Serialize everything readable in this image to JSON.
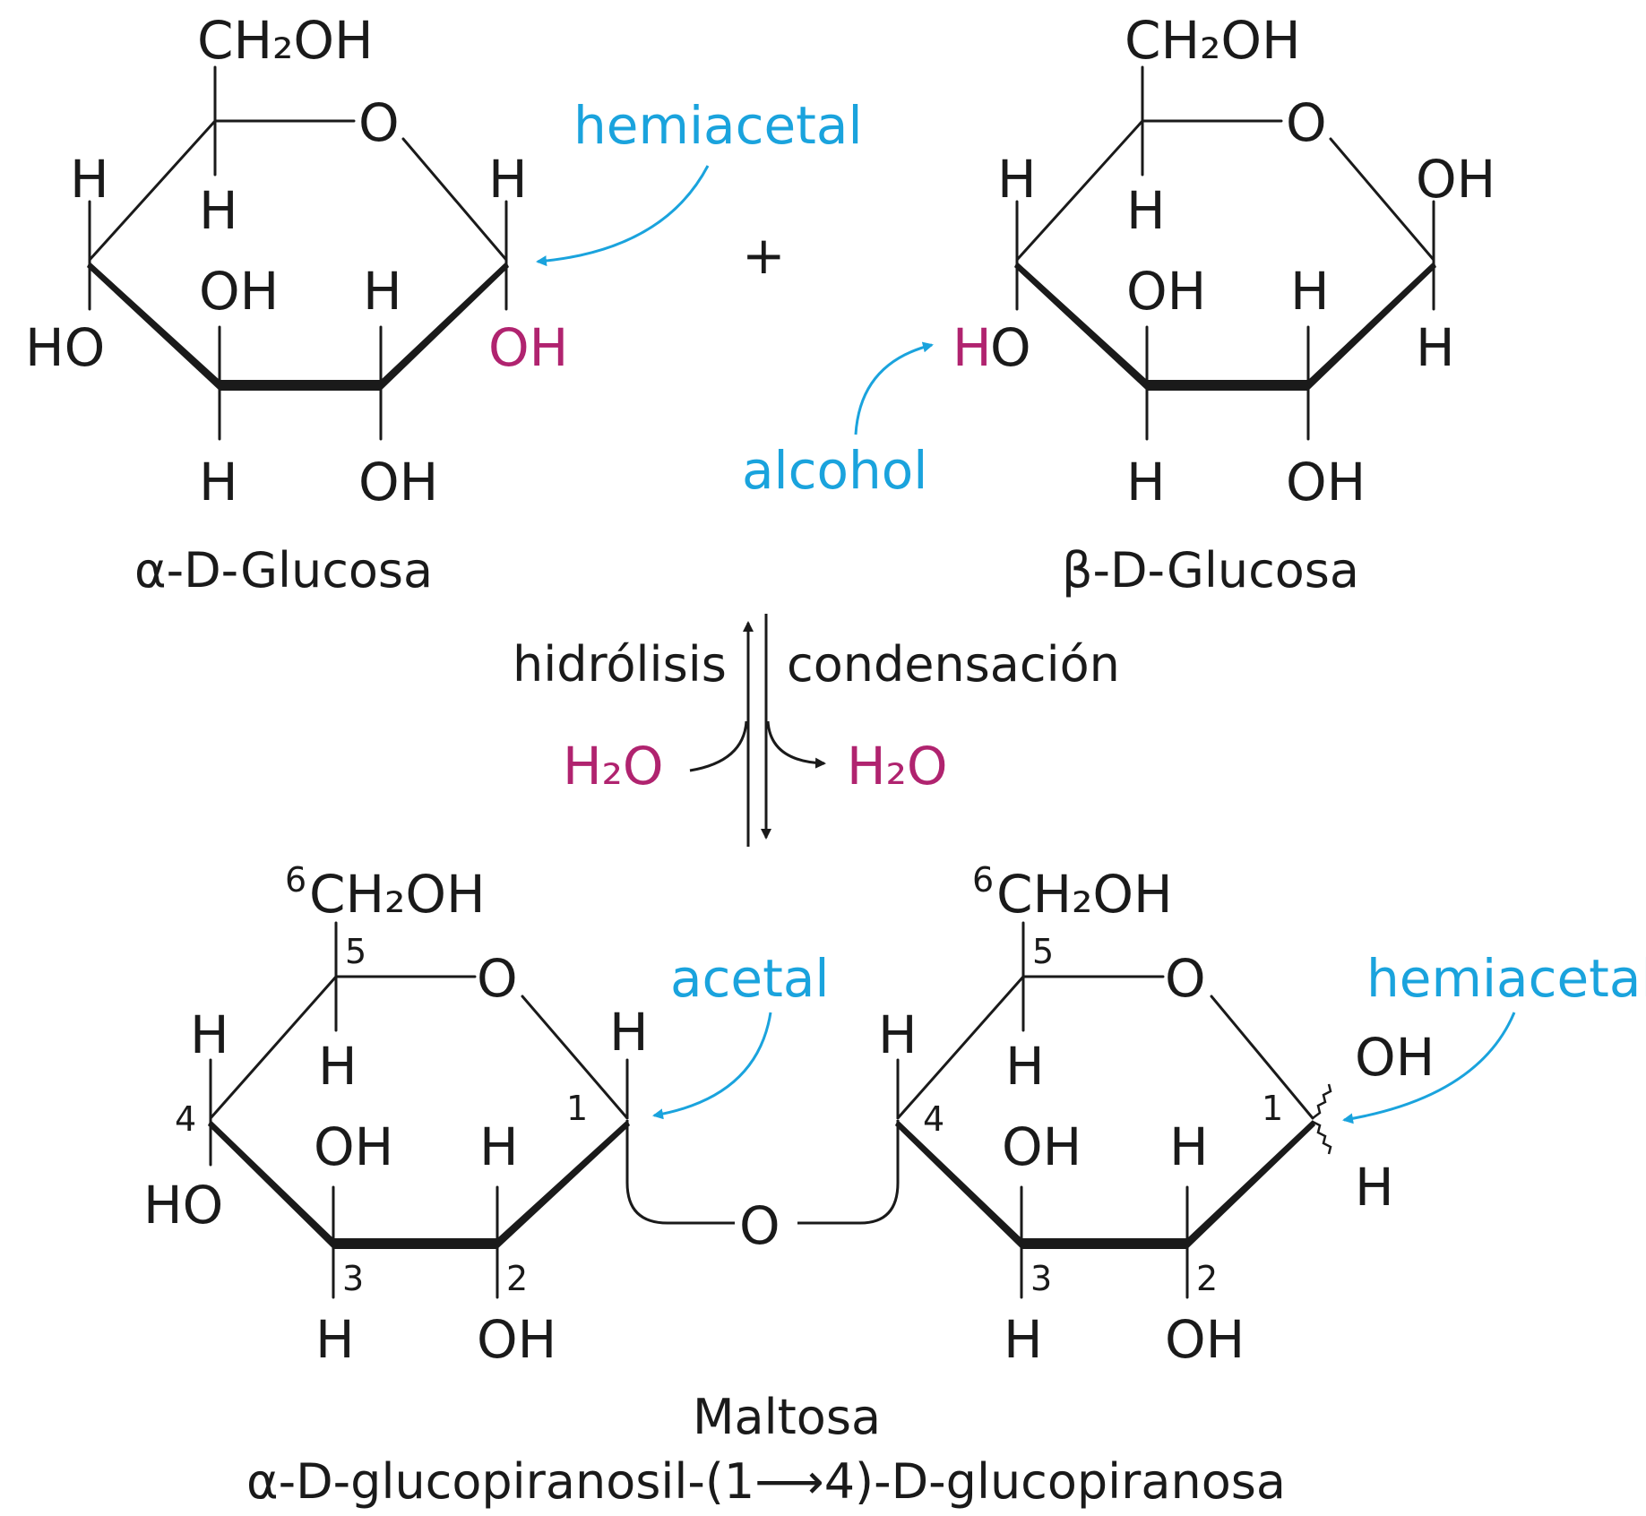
{
  "colors": {
    "ink": "#1a1a1a",
    "annotation": "#1aa3dd",
    "water": "#b0236f"
  },
  "reactant_alpha": {
    "ch2oh": "CH₂OH",
    "o_ring": "O",
    "h_c4": "H",
    "h_c5": "H",
    "h_c1": "H",
    "oh_c3": "OH",
    "h_c2": "H",
    "ho_c4": "HO",
    "oh_c1": "OH",
    "h_c3": "H",
    "oh_c2": "OH",
    "name": "α-D-Glucosa",
    "hemiacetal_label": "hemiacetal"
  },
  "plus": "+",
  "reactant_beta": {
    "ch2oh": "CH₂OH",
    "o_ring": "O",
    "h_c4": "H",
    "h_c5": "H",
    "oh_c1": "OH",
    "oh_c3": "OH",
    "h_c2": "H",
    "ho_h": "H",
    "ho_o": "O",
    "h_c1": "H",
    "h_c3": "H",
    "oh_c2": "OH",
    "name": "β-D-Glucosa",
    "alcohol_label": "alcohol"
  },
  "reaction": {
    "hydrolysis": "hidrólisis",
    "condensation": "condensación",
    "water_in": "H₂O",
    "water_out": "H₂O"
  },
  "product_left": {
    "ch2oh": "CH₂OH",
    "c6_num": "6",
    "c5_num": "5",
    "o_ring": "O",
    "h_c4": "H",
    "c4_num": "4",
    "h_c5": "H",
    "h_c1": "H",
    "c1_num": "1",
    "oh_c3": "OH",
    "h_c2": "H",
    "ho_c4": "HO",
    "c3_num": "3",
    "c2_num": "2",
    "h_c3": "H",
    "oh_c2": "OH",
    "acetal_label": "acetal"
  },
  "glycosidic_o": "O",
  "product_right": {
    "ch2oh": "CH₂OH",
    "c6_num": "6",
    "c5_num": "5",
    "o_ring": "O",
    "h_c4": "H",
    "c4_num": "4",
    "h_c5": "H",
    "oh_c1": "OH",
    "c1_num": "1",
    "oh_c3": "OH",
    "h_c2": "H",
    "h_c1": "H",
    "c3_num": "3",
    "c2_num": "2",
    "h_c3": "H",
    "oh_c2": "OH",
    "hemiacetal_label": "hemiacetal"
  },
  "product_name": "Maltosa",
  "product_iupac": "α-D-glucopiranosil-(1⟶4)-D-glucopiranosa"
}
